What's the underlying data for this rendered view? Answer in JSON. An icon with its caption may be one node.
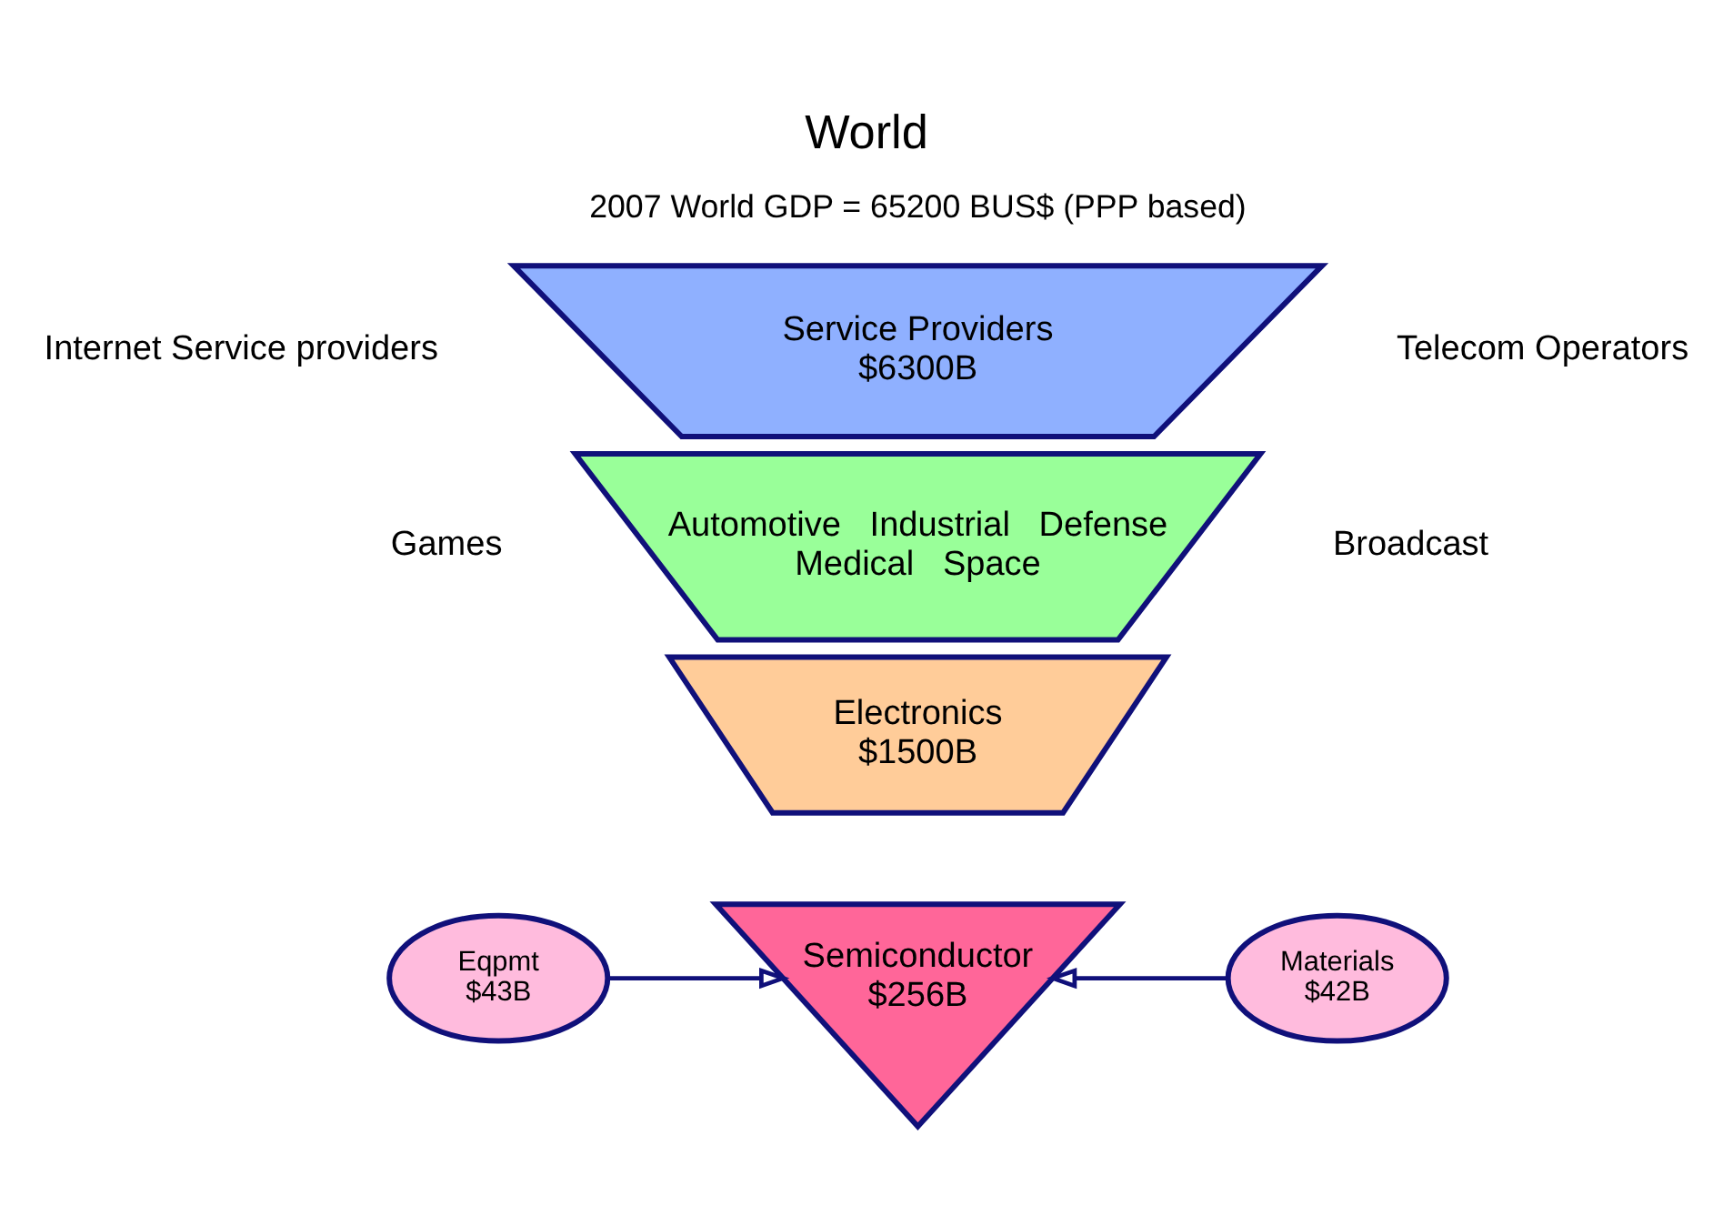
{
  "diagram": {
    "title": "World",
    "nodes": [
      {
        "text": [
          "Service Providers",
          "$6300B"
        ]
      },
      {
        "text": [
          "Automotive",
          "Industrial",
          "Defense",
          "Medical",
          "Space"
        ]
      },
      {
        "text": [
          "Electronics",
          "$1500B"
        ]
      },
      {
        "text": [
          "Semiconductor",
          "$256B"
        ]
      },
      {
        "text": [
          "Eqpmt",
          "$43B"
        ]
      },
      {
        "text": [
          "Materials",
          "$42B"
        ]
      }
    ],
    "edges": [
      {
        "from": 4,
        "to": 3,
        "arrow": "to"
      },
      {
        "from": 5,
        "to": 3,
        "arrow": "to"
      }
    ],
    "labels": [
      "2007 World GDP = 65200 BUS$ (PPP based)",
      "Internet Service providers",
      "Games",
      "Telecom Operators",
      "Broadcast"
    ]
  }
}
